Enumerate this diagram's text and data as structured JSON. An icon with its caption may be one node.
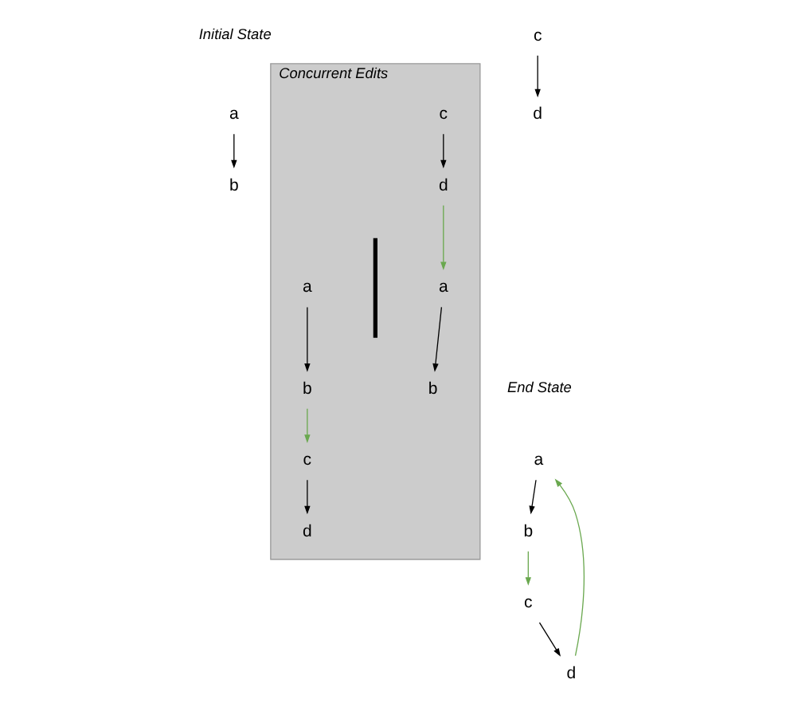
{
  "diagram": {
    "nodes": [
      {
        "text": [
          "a"
        ]
      },
      {
        "text": [
          "b"
        ]
      },
      {
        "text": [
          "c"
        ]
      },
      {
        "text": [
          "d"
        ]
      },
      {
        "text": [
          "Concurrent Edits"
        ]
      },
      {
        "text": [
          "a"
        ],
        "in": 4
      },
      {
        "text": [
          "b"
        ],
        "in": 4
      },
      {
        "text": [
          "c"
        ],
        "in": 4
      },
      {
        "text": [
          "d"
        ],
        "in": 4
      },
      {
        "text": [
          "a"
        ],
        "in": 4
      },
      {
        "text": [
          "b"
        ],
        "in": 4
      },
      {
        "text": [
          "c"
        ],
        "in": 4
      },
      {
        "text": [
          "d"
        ],
        "in": 4
      },
      {
        "text": [
          "a"
        ]
      },
      {
        "text": [
          "b"
        ]
      },
      {
        "text": [
          "c"
        ]
      },
      {
        "text": [
          "d"
        ]
      }
    ],
    "edges": [
      {
        "from": 0,
        "to": 1,
        "arrow": "to"
      },
      {
        "from": 2,
        "to": 3,
        "arrow": "to"
      },
      {
        "from": 5,
        "to": 6,
        "arrow": "to"
      },
      {
        "from": 6,
        "to": 7,
        "arrow": "to",
        "color": "#6aa84f"
      },
      {
        "from": 7,
        "to": 8,
        "arrow": "to"
      },
      {
        "from": 9,
        "to": 10,
        "arrow": "to"
      },
      {
        "from": 12,
        "to": 9,
        "arrow": "to",
        "color": "#6aa84f"
      },
      {
        "from": 11,
        "to": 12,
        "arrow": "to"
      },
      {
        "from": 13,
        "to": 14,
        "arrow": "to"
      },
      {
        "from": 14,
        "to": 15,
        "arrow": "to",
        "color": "#6aa84f"
      },
      {
        "from": 16,
        "to": 13,
        "arrow": "to",
        "color": "#6aa84f"
      },
      {
        "from": 15,
        "to": 16,
        "arrow": "to"
      }
    ],
    "labels": [
      "Initial State",
      "End State"
    ]
  }
}
